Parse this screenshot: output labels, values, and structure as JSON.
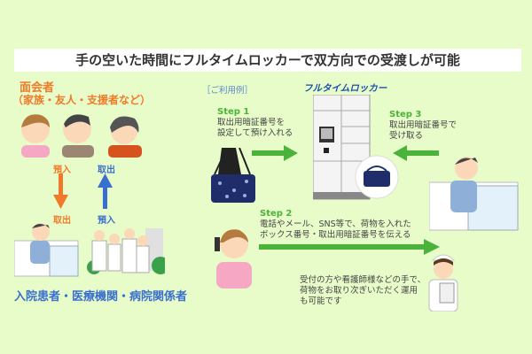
{
  "title": "手の空いた時間にフルタイムロッカーで双方向での受渡しが可能",
  "left": {
    "visitor_heading": "面会者",
    "visitor_sub": "（家族・友人・支援者など）",
    "orange_top": "預入",
    "blue_top": "取出",
    "orange_bottom": "取出",
    "blue_bottom": "預入",
    "hospital_label": "入院患者・医療機関・病院関係者"
  },
  "right": {
    "example_label": "［ご利用例］",
    "logo": "フルタイムロッカー",
    "step1": {
      "title": "Step 1",
      "lines": [
        "取出用暗証番号を",
        "設定して預け入れる"
      ]
    },
    "step2": {
      "title": "Step 2",
      "lines": [
        "電話やメール、SNS等で、荷物を入れた",
        "ボックス番号・取出用暗証番号を伝える"
      ]
    },
    "step3": {
      "title": "Step 3",
      "lines": [
        "取出用暗証番号で",
        "受け取る"
      ]
    },
    "note": [
      "受付の方や看護師様などの手で、",
      "荷物をお取り次ぎいただく運用",
      "も可能です"
    ]
  },
  "colors": {
    "background": "#e7fcc9",
    "orange": "#f07a2a",
    "blue": "#3a6fcf",
    "green": "#4bb33a"
  }
}
